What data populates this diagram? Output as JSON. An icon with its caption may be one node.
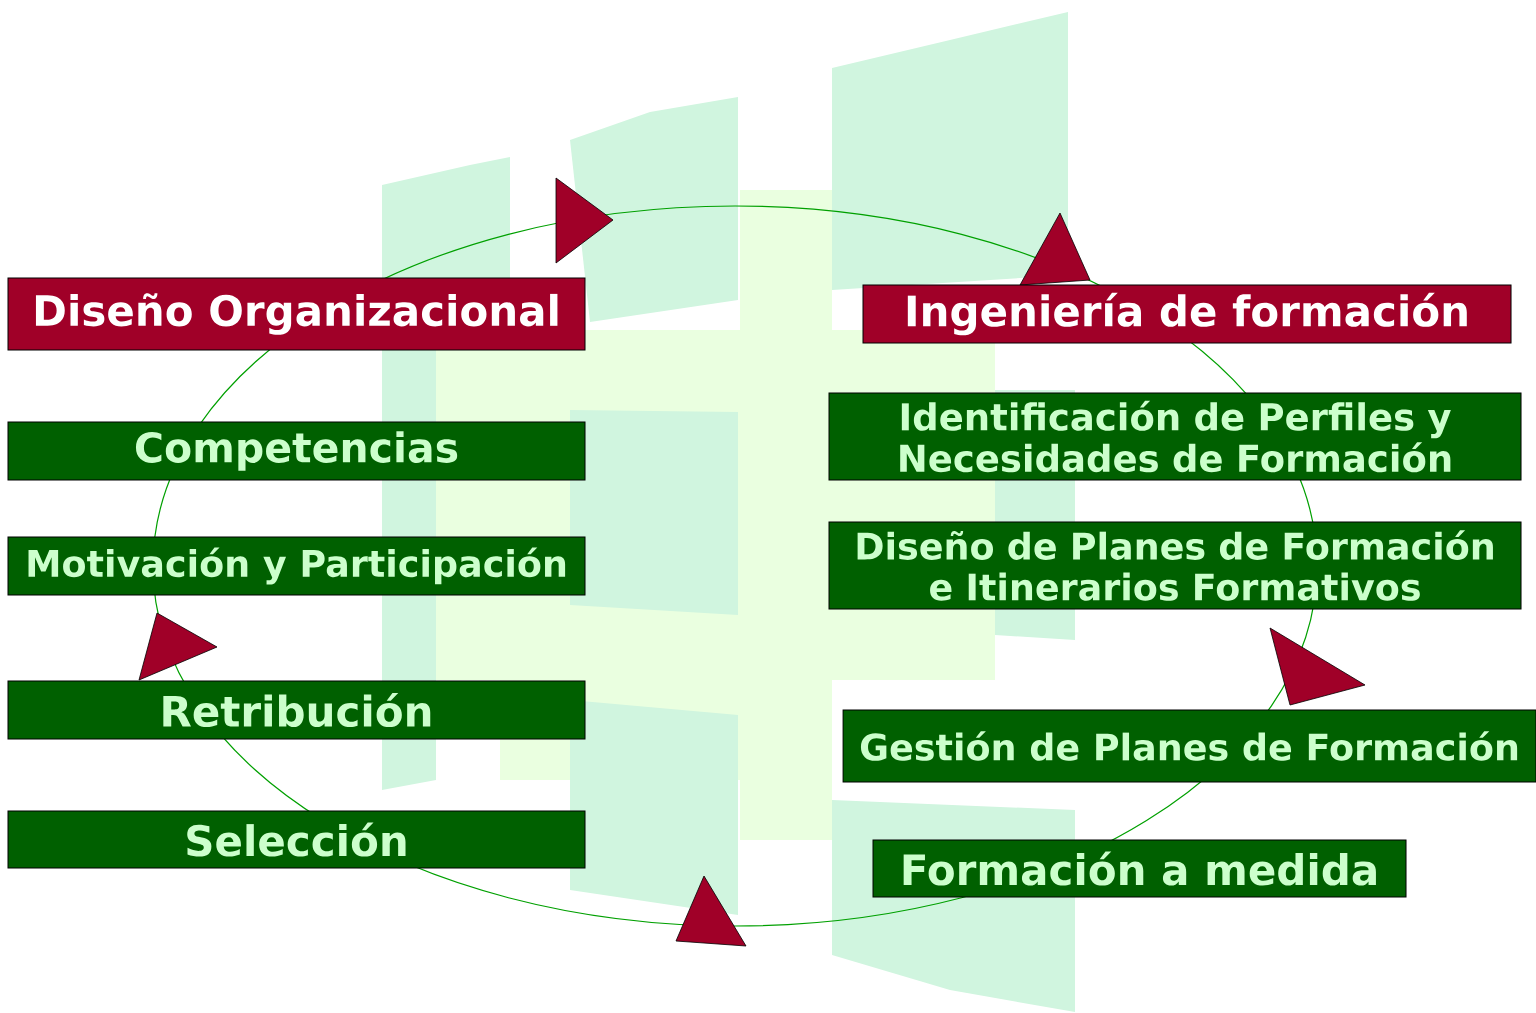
{
  "diagram": {
    "nodes": [
      {
        "text": [
          "Diseño Organizacional"
        ]
      },
      {
        "text": [
          "Ingeniería de formación"
        ]
      },
      {
        "text": [
          "Identificación de Perfiles y Necesidades de Formación"
        ]
      },
      {
        "text": [
          "Competencias"
        ]
      },
      {
        "text": [
          "Diseño de Planes de Formación e Itinerarios Formativos"
        ]
      },
      {
        "text": [
          "Motivación y Participación"
        ]
      },
      {
        "text": [
          "Retribución"
        ]
      },
      {
        "text": [
          "Gestión de Planes de Formación"
        ]
      },
      {
        "text": [
          "Selección"
        ]
      },
      {
        "text": [
          "Formación a medida"
        ]
      }
    ]
  }
}
